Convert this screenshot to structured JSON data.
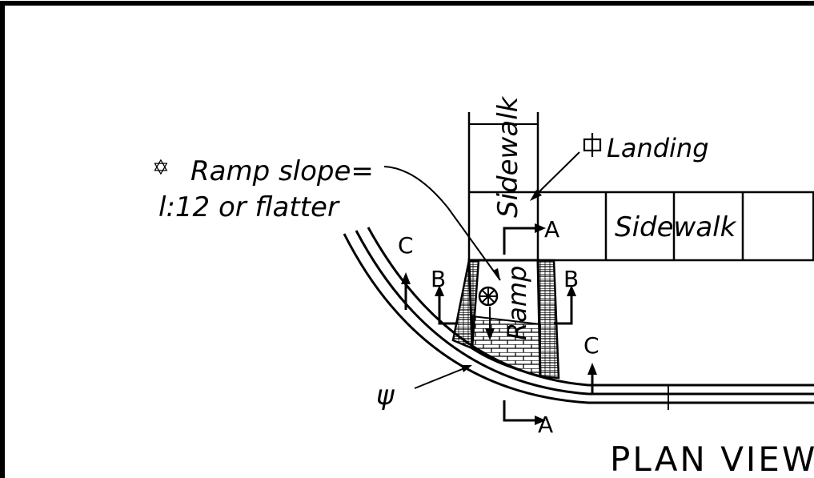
{
  "drawing": {
    "title": "PLAN VIEW",
    "notes": {
      "ramp_slope_line1": "Ramp slope=",
      "ramp_slope_line2": "l:12 or flatter",
      "landing": "Landing"
    },
    "labels": {
      "sidewalk_vertical": "Sidewalk",
      "sidewalk_horizontal": "Sidewalk",
      "ramp": "Ramp",
      "psi": "ψ"
    },
    "section_markers": {
      "a_top": "A",
      "a_bottom": "A",
      "b_left": "B",
      "b_right": "B",
      "c_left": "C",
      "c_right": "C"
    },
    "symbols": {
      "star": "✡",
      "centerline": "⊕-like centerline mark",
      "detectable": "⊛"
    }
  }
}
